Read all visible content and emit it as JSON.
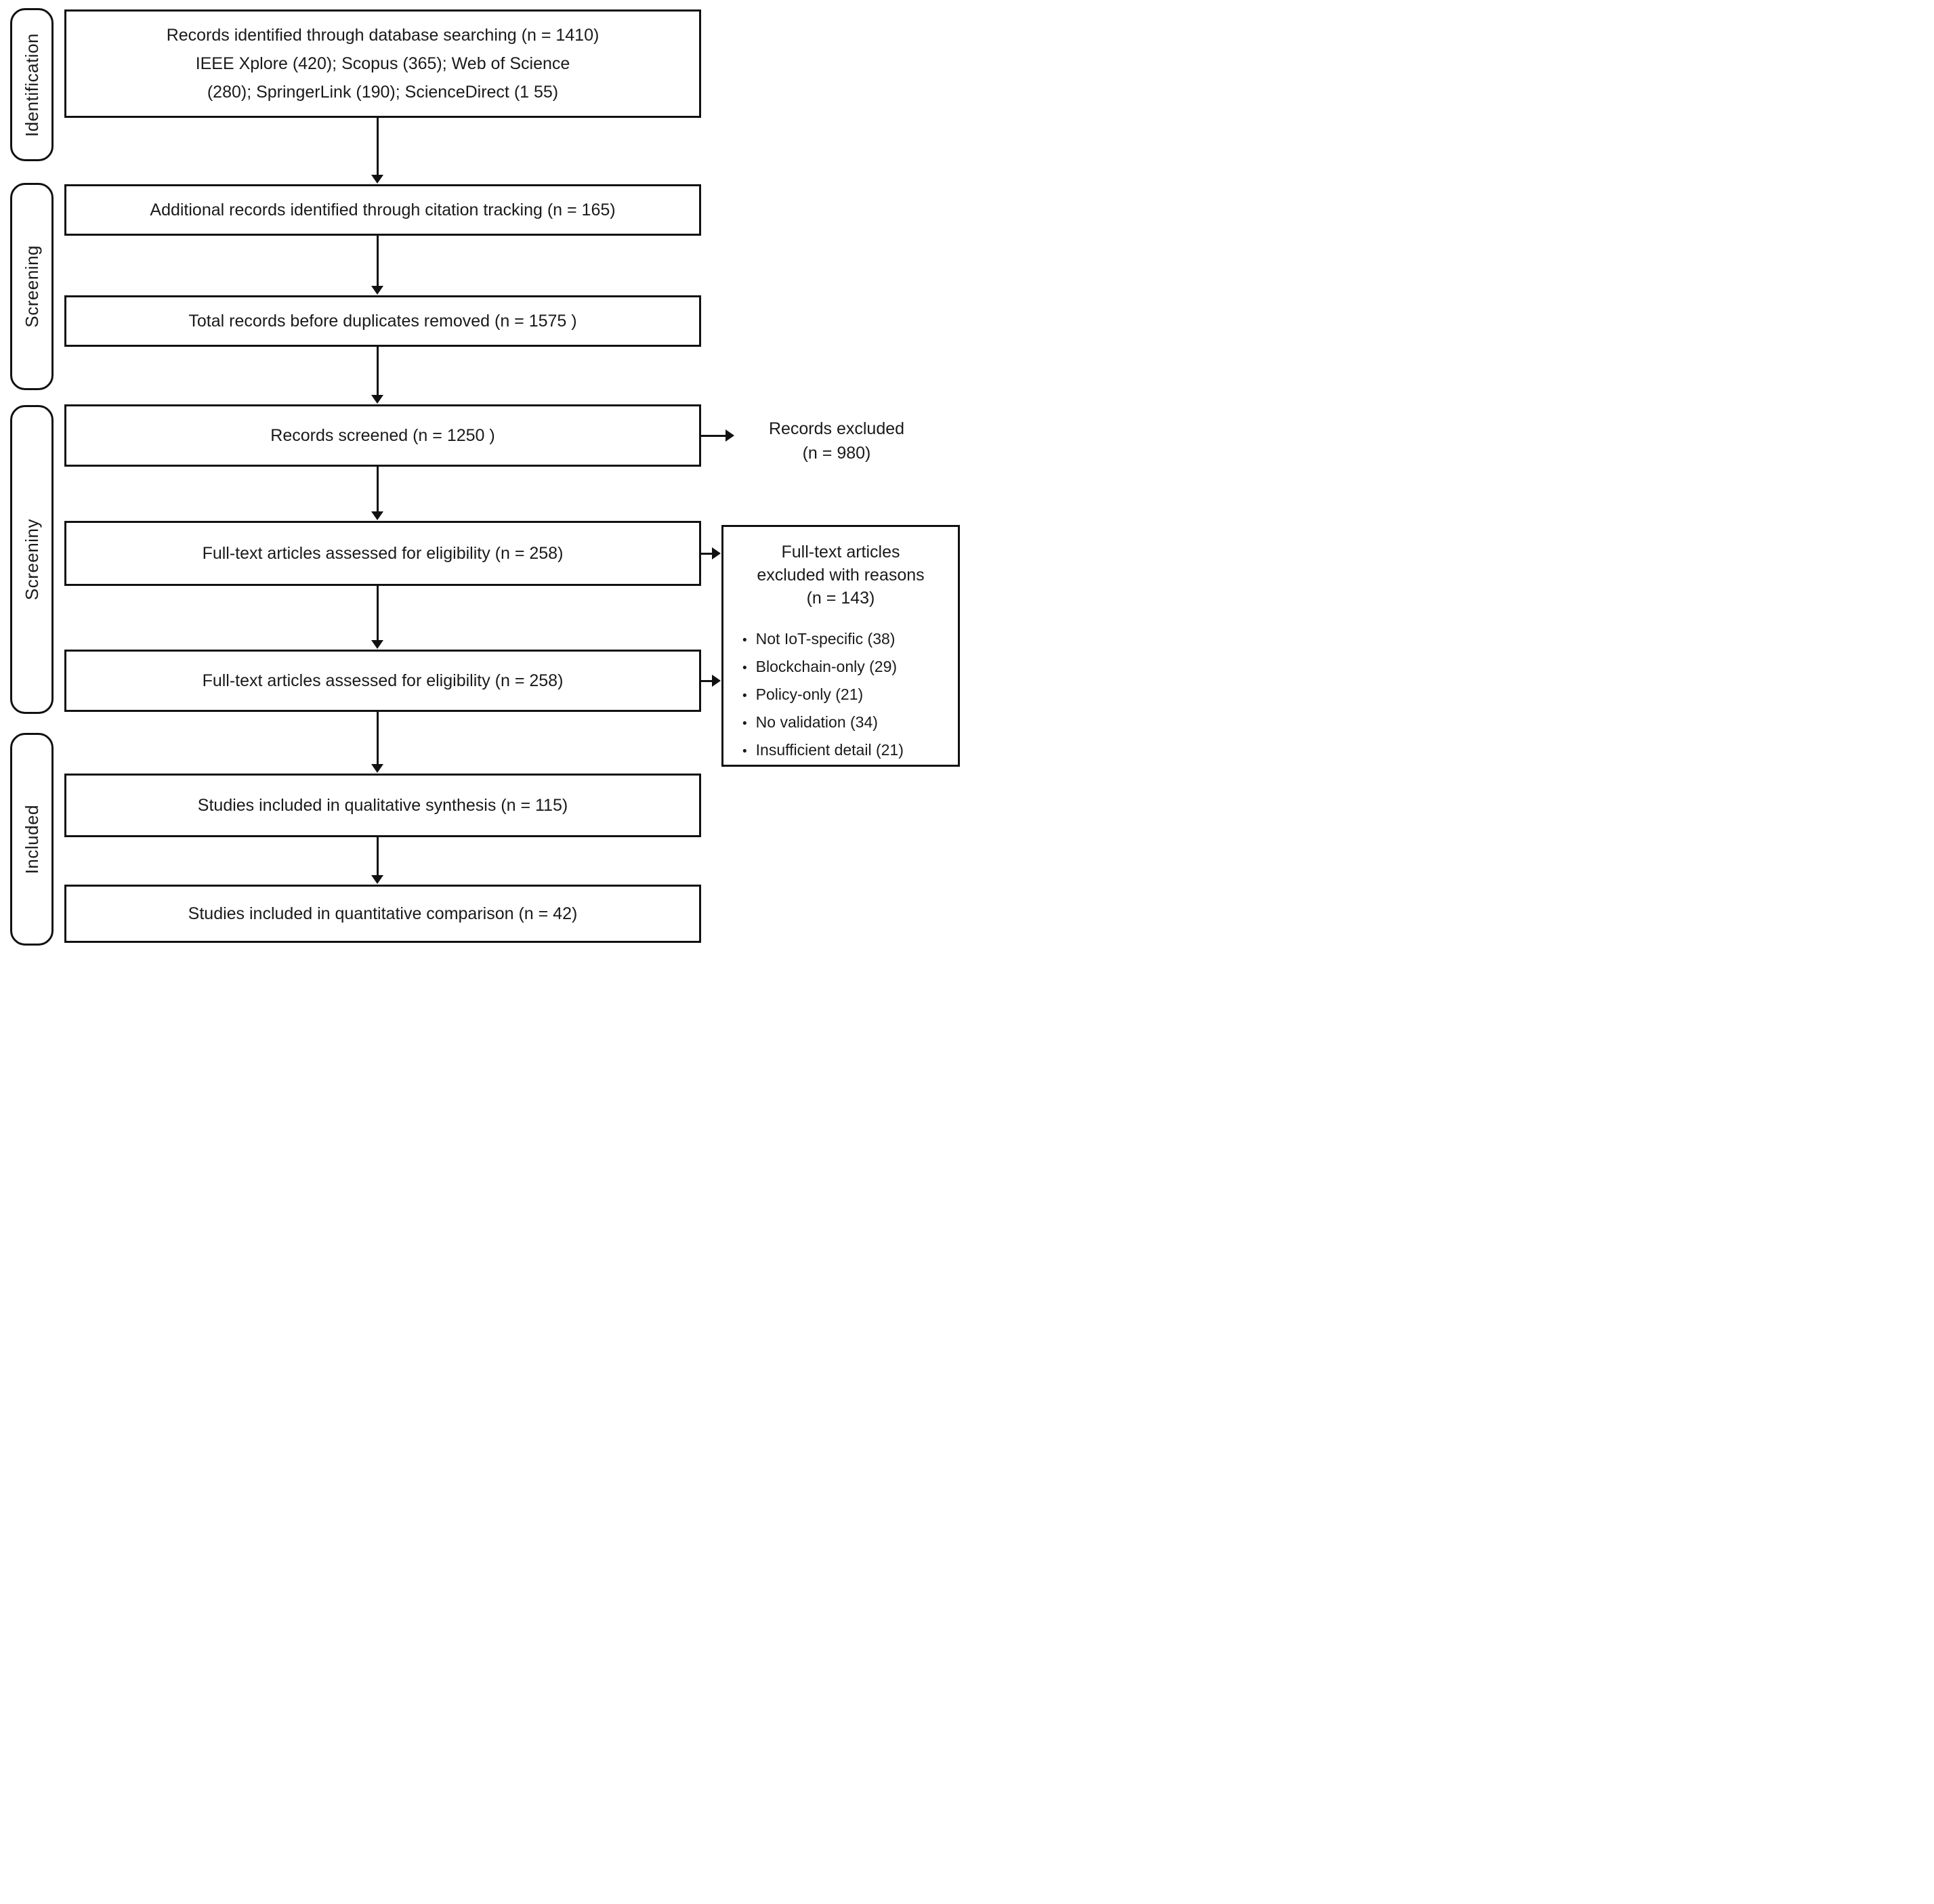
{
  "diagram": {
    "stages": {
      "identification": "Identification",
      "screening": "Screening",
      "screeniny": "Screeniny",
      "included": "Included"
    },
    "flow_boxes": {
      "identified": {
        "line1": "Records identified through database searching (n =  1410)",
        "line2": "IEEE Xplore (420); Scopus (365); Web of Science",
        "line3": "(280); SpringerLink (190); ScienceDirect (1 55)"
      },
      "citation_tracking": "Additional records identified through citation tracking (n = 165)",
      "before_duplicates": "Total records before duplicates removed (n = 1575 )",
      "screened": "Records screened (n = 1250 )",
      "fulltext_eligibility_1": "Full-text articles assessed for eligibility (n = 258)",
      "fulltext_eligibility_2": "Full-text articles assessed for eligibility (n = 258)",
      "qualitative_synthesis": "Studies included in qualitative synthesis (n = 115)",
      "quantitative_comparison": "Studies included in quantitative comparison (n = 42)"
    },
    "side_notes": {
      "records_excluded": {
        "line1": "Records excluded",
        "line2": "(n = 980)"
      },
      "excluded_reasons": {
        "title_line1": "Full-text articles",
        "title_line2": "excluded with reasons",
        "title_line3": "(n = 143)",
        "bullet_char": "•",
        "items": [
          "Not IoT-specific (38)",
          "Blockchain-only (29)",
          "Policy-only (21)",
          "No validation (34)",
          "Insufficient detail (21)"
        ]
      }
    },
    "colors": {
      "line": "#111111",
      "background": "#ffffff",
      "text": "#1a1a1a"
    }
  }
}
